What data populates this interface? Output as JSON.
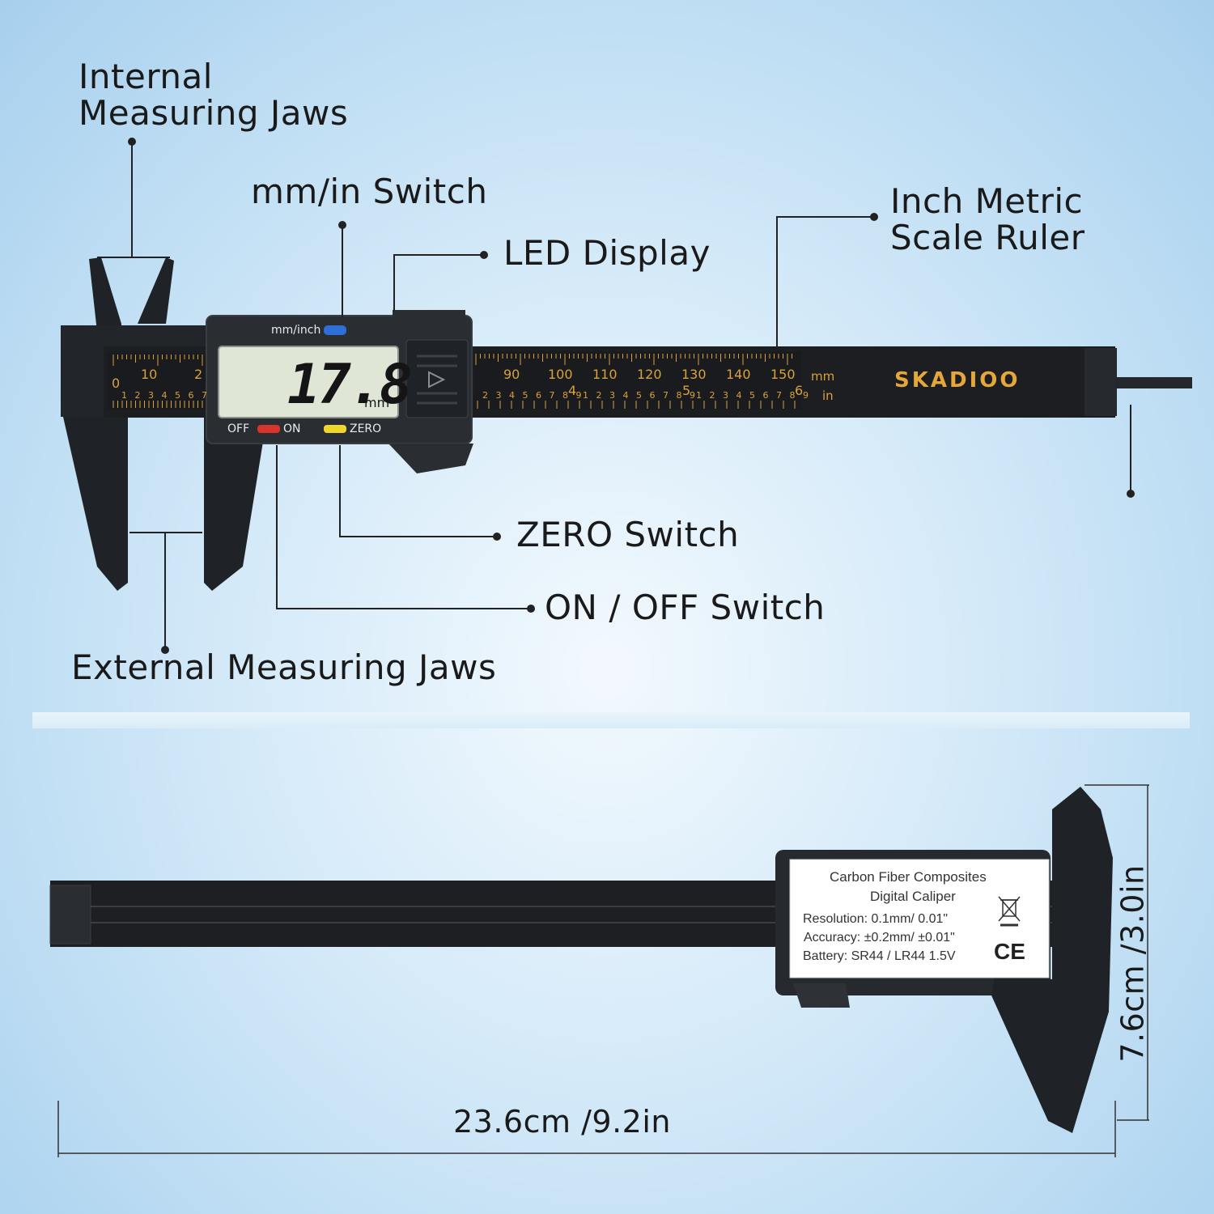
{
  "callouts": {
    "internal_jaws": [
      "Internal",
      "Measuring Jaws"
    ],
    "mm_in_switch": "mm/in Switch",
    "led_display": "LED Display",
    "inch_metric": [
      "Inch Metric",
      "Scale Ruler"
    ],
    "zero_switch": "ZERO Switch",
    "on_off_switch": "ON / OFF Switch",
    "external_jaws": "External Measuring Jaws"
  },
  "display": {
    "reading": "17.8",
    "unit": "mm",
    "mode_label": "mm/inch",
    "off_label": "OFF",
    "on_label": "ON",
    "zero_label": "ZERO"
  },
  "ruler": {
    "left_marks": [
      "0",
      "10",
      "2"
    ],
    "mm_marks": [
      "90",
      "100",
      "110",
      "120",
      "130",
      "140",
      "150"
    ],
    "inch_marks": [
      "4",
      "5",
      "6"
    ],
    "left_small": "1 2 3 4 5 6 7",
    "inch_small": [
      "2 3 4 5 6 7 8 9",
      "1 2 3 4 5 6 7 8 9",
      "1 2 3 4 5 6 7 8 9"
    ],
    "mm_unit": "mm",
    "in_unit": "in",
    "brand": "SKADIOO"
  },
  "spec_label": {
    "line1": "Carbon Fiber Composites",
    "line2": "Digital Caliper",
    "resolution": "Resolution: 0.1mm/ 0.01\"",
    "accuracy": "Accuracy: ±0.2mm/ ±0.01\"",
    "battery": "Battery: SR44 / LR44 1.5V",
    "ce_mark": "CE"
  },
  "dimensions": {
    "length": "23.6cm /9.2in",
    "height": "7.6cm /3.0in"
  },
  "colors": {
    "body": "#1f2226",
    "scale": "#d9a23a",
    "lcd": "#dfe6d6",
    "blue_button": "#2d6fd6",
    "red_button": "#d6342d",
    "yellow_button": "#f0d62a"
  }
}
